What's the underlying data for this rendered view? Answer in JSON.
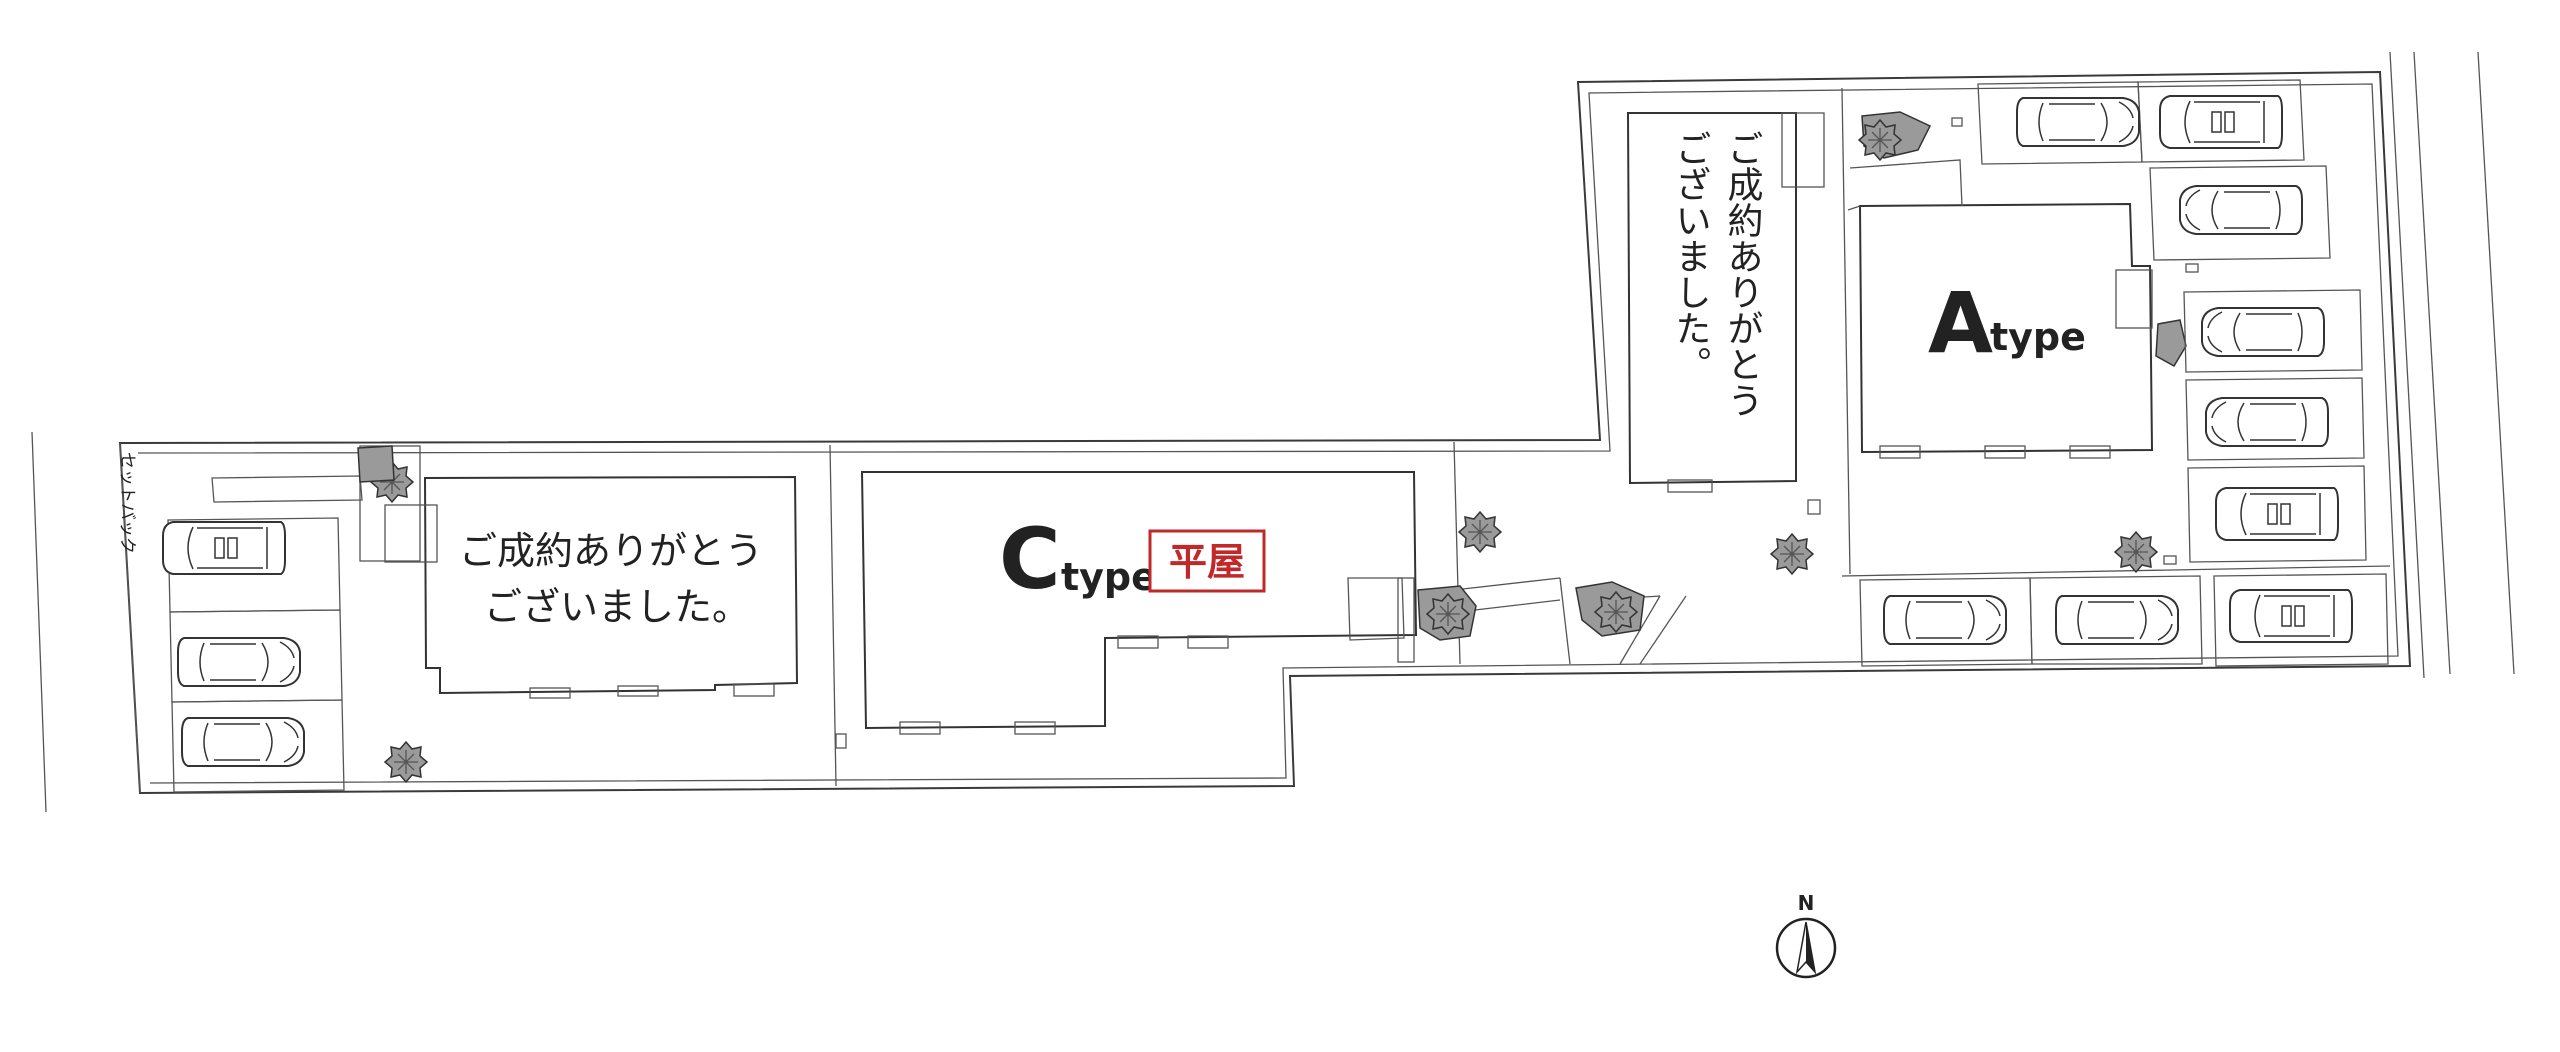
{
  "plots": {
    "left": {
      "message_line1": "ご成約ありがとう",
      "message_line2": "ございました。"
    },
    "center": {
      "type_letter": "C",
      "type_word": "type",
      "tag": "平屋",
      "tag_color": "#c0282a"
    },
    "top": {
      "message_line1": "ご成約ありがとう",
      "message_line2": "ございました。"
    },
    "right": {
      "type_letter": "A",
      "type_word": "type"
    }
  },
  "setback_label": "セットバック",
  "compass": {
    "label": "N"
  }
}
